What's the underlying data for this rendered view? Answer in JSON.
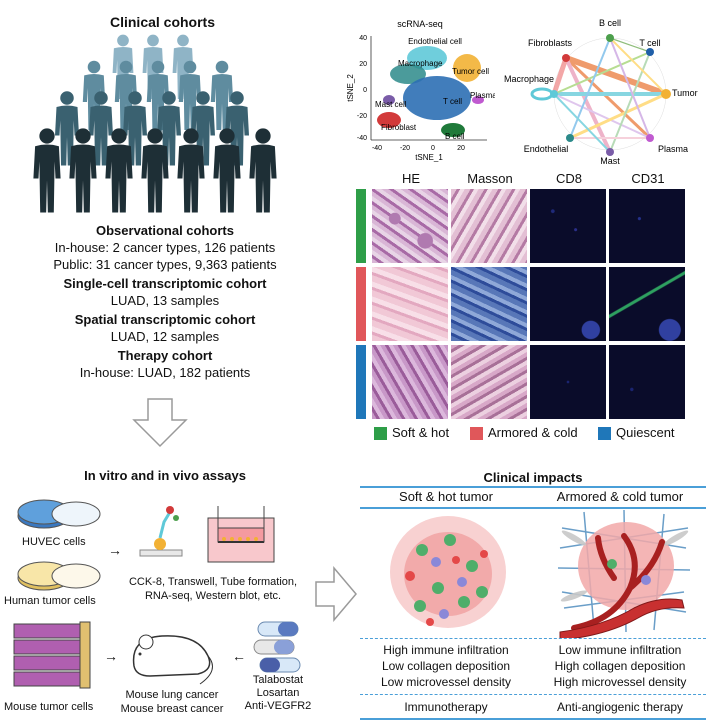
{
  "clinical_cohorts": {
    "title": "Clinical cohorts",
    "observational": {
      "heading": "Observational cohorts",
      "line1": "In-house: 2 cancer types, 126 patients",
      "line2": "Public: 31 cancer types, 9,363 patients"
    },
    "single_cell": {
      "heading": "Single-cell transcriptomic cohort",
      "line": "LUAD, 13 samples"
    },
    "spatial": {
      "heading": "Spatial transcriptomic cohort",
      "line": "LUAD, 12 samples"
    },
    "therapy": {
      "heading": "Therapy cohort",
      "line": "In-house: LUAD, 182 patients"
    }
  },
  "tsne": {
    "title": "scRNA-seq",
    "xlabel": "tSNE_1",
    "ylabel": "tSNE_2",
    "x_ticks": [
      "-40",
      "-20",
      "0",
      "20"
    ],
    "y_ticks": [
      "40",
      "20",
      "0",
      "-20",
      "-40"
    ],
    "clusters": {
      "endothelial": "Endothelial cell",
      "macrophage": "Macrophage",
      "tumor": "Tumor cell",
      "plasma": "Plasma",
      "mast": "Mast cell",
      "tcell": "T cell",
      "fibroblast": "Fibroblast",
      "bcell": "B cell"
    }
  },
  "network": {
    "nodes": {
      "bcell": "B cell",
      "tcell": "T cell",
      "fibroblasts": "Fibroblasts",
      "macrophage": "Macrophage",
      "tumor": "Tumor",
      "endothelial": "Endothelial",
      "plasma": "Plasma",
      "mast": "Mast"
    }
  },
  "histology": {
    "columns": [
      "HE",
      "Masson",
      "CD8",
      "CD31"
    ],
    "legend": {
      "soft_hot": "Soft & hot",
      "armored_cold": "Armored & cold",
      "quiescent": "Quiescent"
    },
    "colors": {
      "soft_hot": "#2e9e48",
      "armored_cold": "#e0575a",
      "quiescent": "#1f77b9"
    }
  },
  "assays": {
    "title": "In vitro and in vivo assays",
    "huvec": "HUVEC cells",
    "human_tumor": "Human tumor cells",
    "methods_line1": "CCK-8, Transwell, Tube formation,",
    "methods_line2": "RNA-seq, Western blot, etc.",
    "mouse_tumor": "Mouse tumor cells",
    "mouse_line1": "Mouse lung cancer",
    "mouse_line2": "Mouse breast cancer",
    "drugs": [
      "Talabostat",
      "Losartan",
      "Anti-VEGFR2"
    ]
  },
  "impacts": {
    "title": "Clinical impacts",
    "soft_hot": {
      "header": "Soft & hot tumor",
      "f1": "High immune infiltration",
      "f2": "Low collagen deposition",
      "f3": "Low microvessel density",
      "therapy": "Immunotherapy"
    },
    "armored_cold": {
      "header": "Armored & cold tumor",
      "f1": "Low immune infiltration",
      "f2": "High collagen deposition",
      "f3": "High microvessel density",
      "therapy": "Anti-angiogenic therapy"
    }
  }
}
